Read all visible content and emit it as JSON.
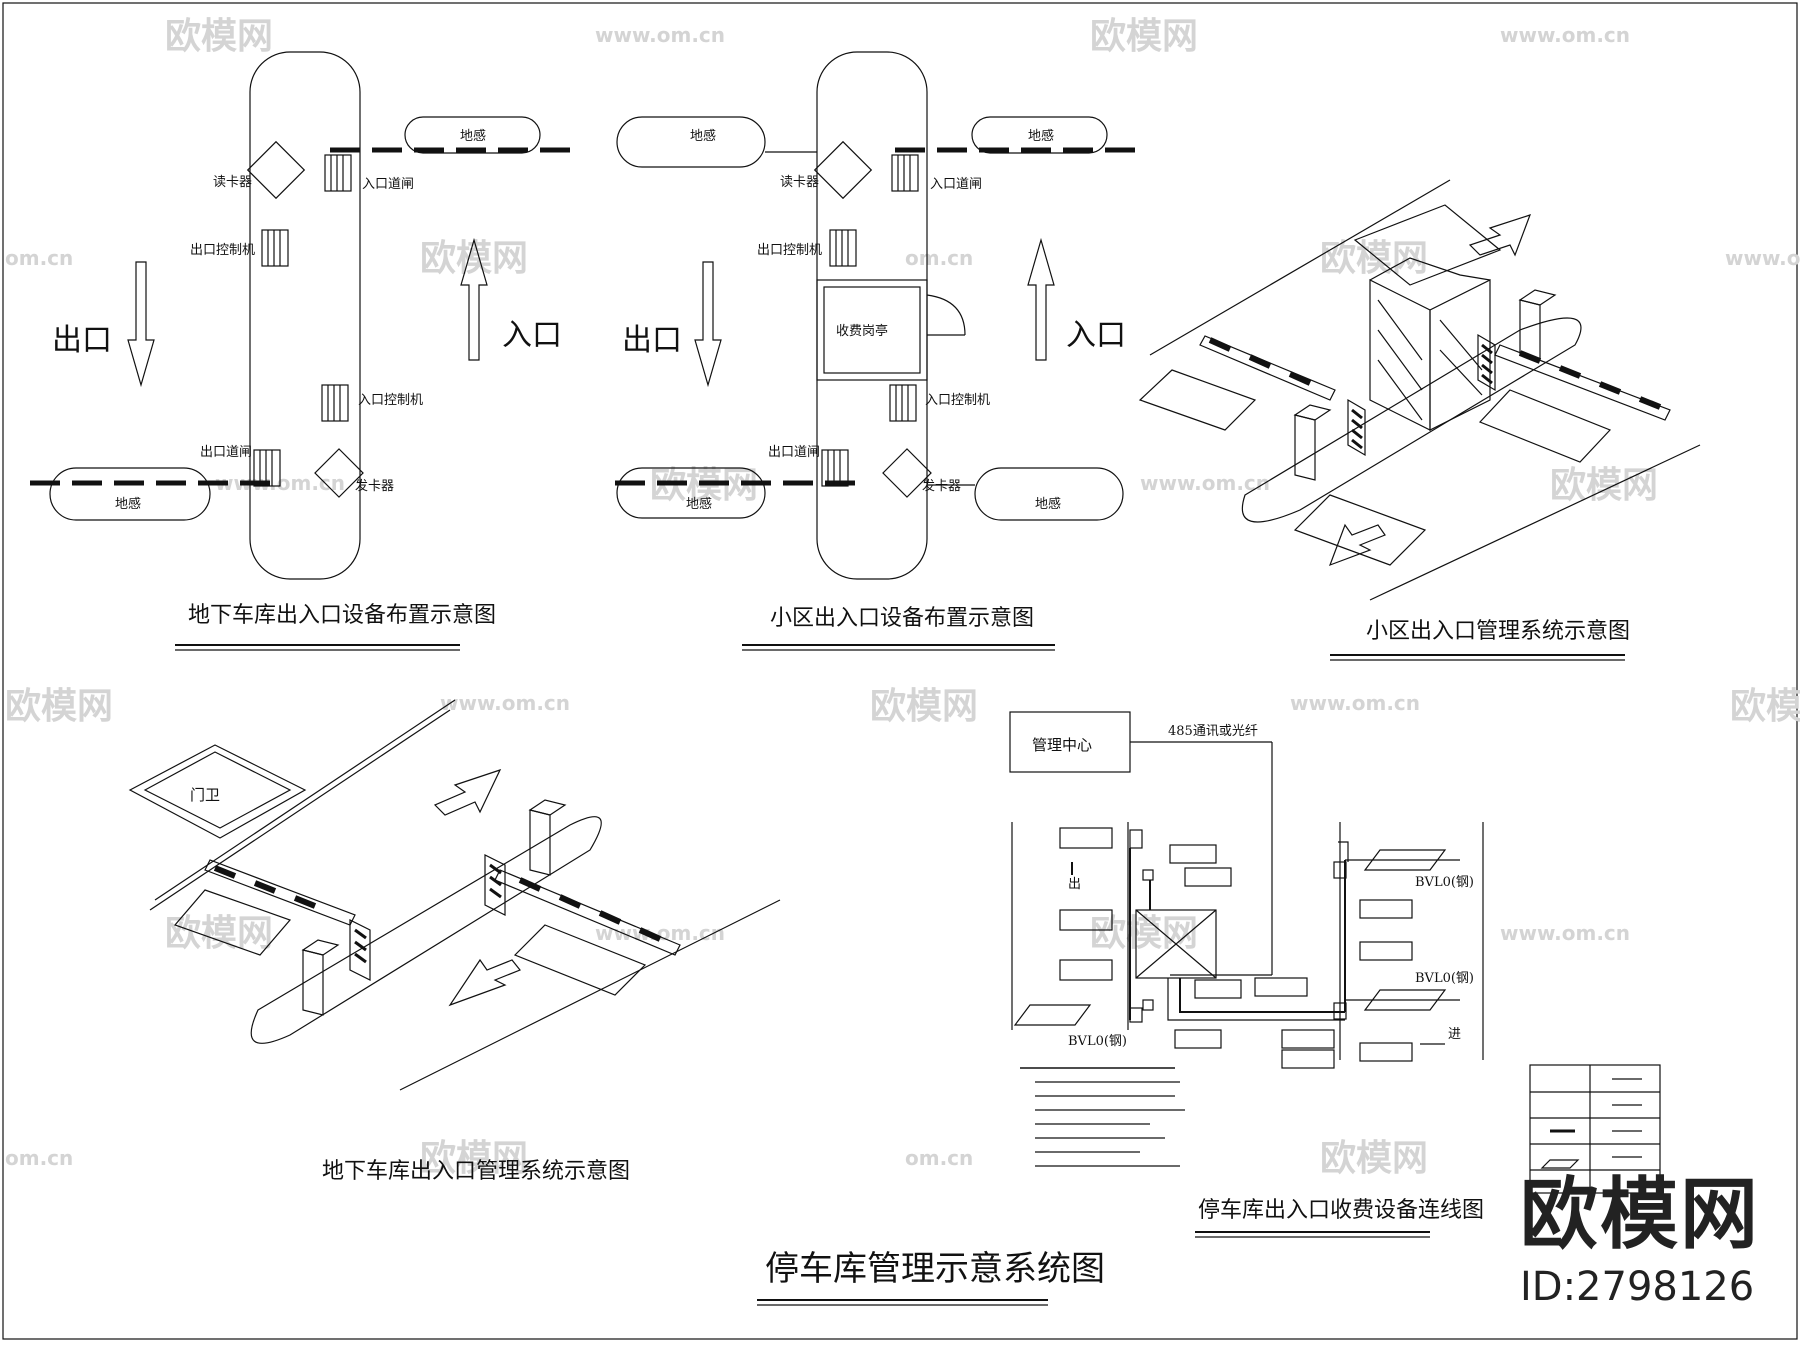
{
  "watermark": {
    "logo_text": "欧模网",
    "url_text": "www.om.cn",
    "short_text": "om.cn"
  },
  "brand": {
    "logo": "欧模网",
    "id": "ID:2798126"
  },
  "main_title": "停车库管理示意系统图",
  "panel1": {
    "title": "地下车库出入口设备布置示意图",
    "exit": "出口",
    "entry": "入口",
    "ground_sensor": "地感",
    "card_reader": "读卡器",
    "exit_controller": "出口控制机",
    "entry_gate": "入口道闸",
    "entry_controller": "入口控制机",
    "exit_gate": "出口道闸",
    "card_issuer": "发卡器"
  },
  "panel2": {
    "title": "小区出入口设备布置示意图",
    "exit": "出口",
    "entry": "入口",
    "ground_sensor": "地感",
    "card_reader": "读卡器",
    "exit_controller": "出口控制机",
    "entry_gate": "入口道闸",
    "booth": "收费岗亭",
    "entry_controller": "入口控制机",
    "exit_gate": "出口道闸",
    "card_issuer": "发卡器"
  },
  "panel3": {
    "title": "小区出入口管理系统示意图"
  },
  "panel4": {
    "title": "地下车库出入口管理系统示意图",
    "guard": "门卫"
  },
  "panel5": {
    "title": "停车库出入口收费设备连线图",
    "center": "管理中心",
    "link": "485通讯或光纤",
    "bvl_label": "BVL0(钢)",
    "exit_mark": "出",
    "entry_mark": "进"
  },
  "colors": {
    "line": "#111111",
    "watermark": "#d4d4d4",
    "background": "#ffffff"
  }
}
